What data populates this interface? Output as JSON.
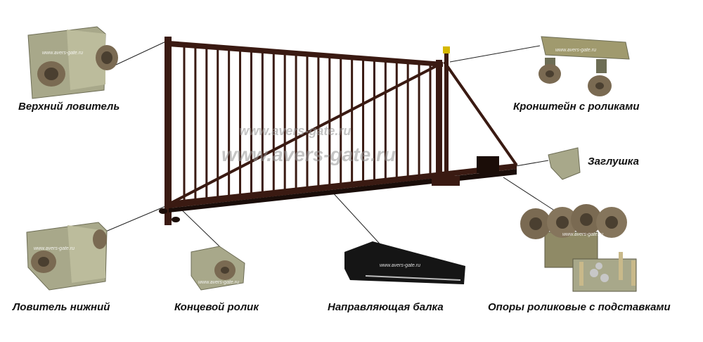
{
  "labels": {
    "top_catcher": "Верхний ловитель",
    "bracket_rollers": "Кронштейн с роликами",
    "cap": "Заглушка",
    "bottom_catcher": "Ловитель нижний",
    "end_roller": "Концевой ролик",
    "guide_beam": "Направляющая балка",
    "roller_supports": "Опоры роликовые с подставками"
  },
  "watermarks": {
    "main_large": "www.avers-gate.ru",
    "main_small": "www.avers-gate.ru",
    "part": "www.avers-gate.ru"
  },
  "colors": {
    "frame": "#3a1a12",
    "metal": "#a8a88a",
    "metal_dark": "#6d6d55",
    "roller": "#7a6a52",
    "beam": "#151515"
  }
}
